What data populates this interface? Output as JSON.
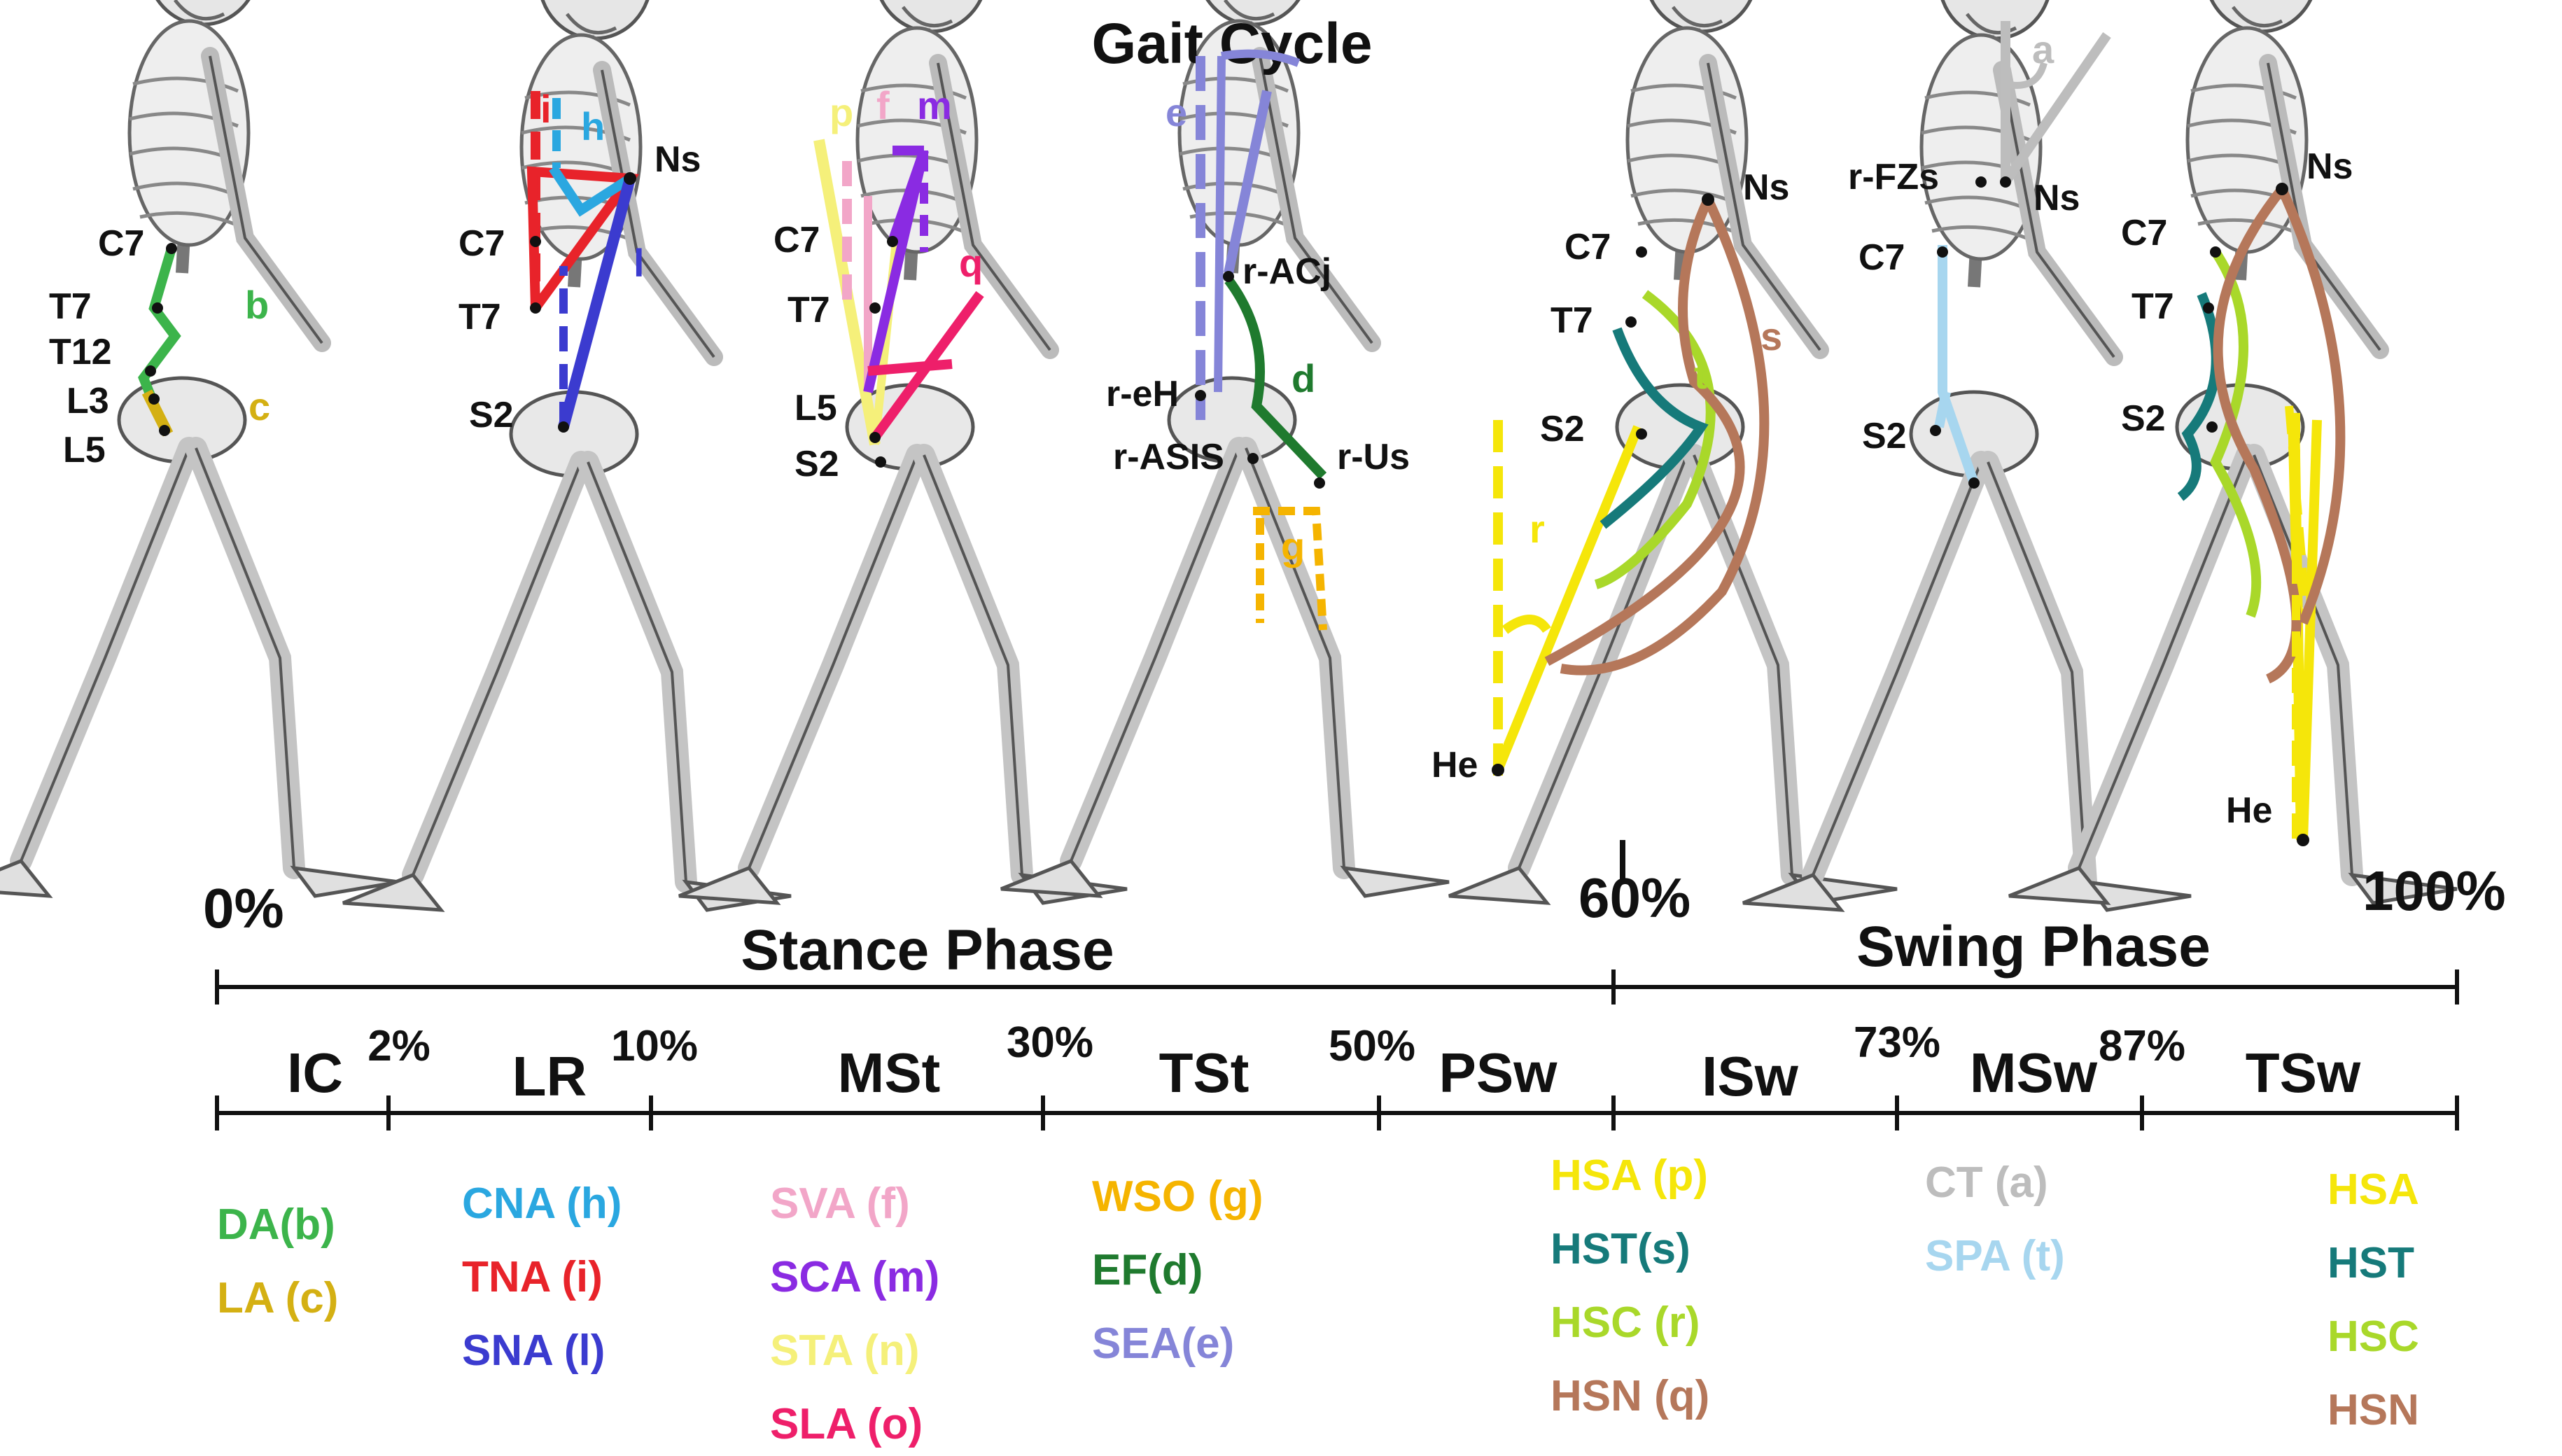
{
  "title": "Gait Cycle",
  "percents": {
    "p0": "0%",
    "p60": "60%",
    "p100": "100%"
  },
  "phases": {
    "stance": "Stance Phase",
    "swing": "Swing Phase"
  },
  "subphases": [
    "IC",
    "LR",
    "MSt",
    "TSt",
    "PSw",
    "ISw",
    "MSw",
    "TSw"
  ],
  "subphase_percents": [
    "2%",
    "10%",
    "30%",
    "50%",
    "73%",
    "87%"
  ],
  "landmarks": {
    "c7": "C7",
    "t7": "T7",
    "t12": "T12",
    "l3": "L3",
    "l5": "L5",
    "s2": "S2",
    "ns": "Ns",
    "r_acj": "r-ACj",
    "r_eh": "r-eH",
    "r_asis": "r-ASIS",
    "r_us": "r-Us",
    "he": "He",
    "r_fzs": "r-FZs"
  },
  "angle_letters": [
    "a",
    "b",
    "c",
    "d",
    "e",
    "f",
    "g",
    "h",
    "i",
    "l",
    "m",
    "n",
    "o",
    "p",
    "q",
    "r",
    "s",
    "t"
  ],
  "colors": {
    "green": "#3cb44b",
    "gold": "#d4b013",
    "cyan": "#2aa7e0",
    "red": "#e8232a",
    "blue": "#3b3bcf",
    "pink": "#f2a6c8",
    "purple": "#8a2be2",
    "paleyellow": "#f5f07a",
    "magenta": "#ee1f6a",
    "orange": "#f5b400",
    "darkgreen": "#1f7a2e",
    "lavender": "#8585d8",
    "yellow": "#f5e60a",
    "teal": "#167a7a",
    "lime": "#a9d82a",
    "brown": "#b5775a",
    "grey": "#bdbdbd",
    "lightblue": "#a7d6ef"
  },
  "legend": [
    {
      "items": [
        {
          "text": "DA(b)",
          "color": "#3cb44b"
        },
        {
          "text": "LA (c)",
          "color": "#d4b013"
        }
      ]
    },
    {
      "items": [
        {
          "text": "CNA (h)",
          "color": "#2aa7e0"
        },
        {
          "text": "TNA (i)",
          "color": "#e8232a"
        },
        {
          "text": "SNA (l)",
          "color": "#3b3bcf"
        }
      ]
    },
    {
      "items": [
        {
          "text": "SVA (f)",
          "color": "#f2a6c8"
        },
        {
          "text": "SCA (m)",
          "color": "#8a2be2"
        },
        {
          "text": "STA (n)",
          "color": "#f5f07a"
        },
        {
          "text": "SLA (o)",
          "color": "#ee1f6a"
        }
      ]
    },
    {
      "items": [
        {
          "text": "WSO (g)",
          "color": "#f5b400"
        },
        {
          "text": "EF(d)",
          "color": "#1f7a2e"
        },
        {
          "text": "SEA(e)",
          "color": "#8585d8"
        }
      ]
    },
    {
      "items": [
        {
          "text": "HSA (p)",
          "color": "#f5e60a"
        },
        {
          "text": "HST(s)",
          "color": "#167a7a"
        },
        {
          "text": "HSC (r)",
          "color": "#a9d82a"
        },
        {
          "text": "HSN (q)",
          "color": "#b5775a"
        }
      ]
    },
    {
      "items": [
        {
          "text": "CT (a)",
          "color": "#bdbdbd"
        },
        {
          "text": "SPA (t)",
          "color": "#a7d6ef"
        }
      ]
    },
    {
      "items": [
        {
          "text": "HSA",
          "color": "#f5e60a"
        },
        {
          "text": "HST",
          "color": "#167a7a"
        },
        {
          "text": "HSC",
          "color": "#a9d82a"
        },
        {
          "text": "HSN",
          "color": "#b5775a"
        }
      ]
    }
  ]
}
